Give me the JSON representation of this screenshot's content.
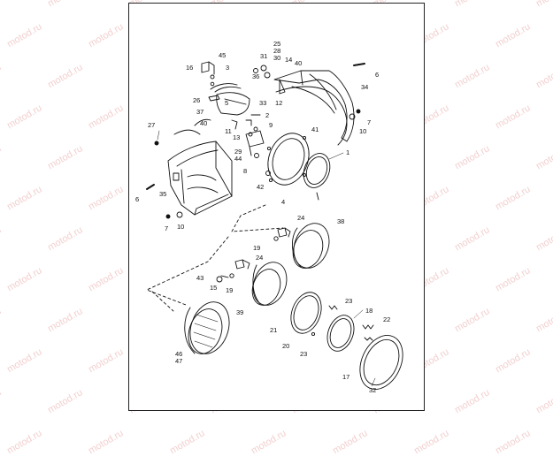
{
  "watermark": "motod.ru",
  "callouts": {
    "c1": "1",
    "c2": "2",
    "c3": "3",
    "c4": "4",
    "c5": "5",
    "c6a": "6",
    "c6b": "6",
    "c7a": "7",
    "c7b": "7",
    "c8": "8",
    "c9": "9",
    "c10a": "10",
    "c10b": "10",
    "c11": "11",
    "c12": "12",
    "c13": "13",
    "c14": "14",
    "c15": "15",
    "c16": "16",
    "c17": "17",
    "c18": "18",
    "c19a": "19",
    "c19b": "19",
    "c20": "20",
    "c21": "21",
    "c22": "22",
    "c23a": "23",
    "c23b": "23",
    "c24a": "24",
    "c24b": "24",
    "c25": "25",
    "c26": "26",
    "c27": "27",
    "c28": "28",
    "c29": "29",
    "c30": "30",
    "c31": "31",
    "c32": "32",
    "c33": "33",
    "c34": "34",
    "c35": "35",
    "c36": "36",
    "c37": "37",
    "c38": "38",
    "c39": "39",
    "c40a": "40",
    "c40b": "40",
    "c41": "41",
    "c42": "42",
    "c43": "43",
    "c44": "44",
    "c45": "45",
    "c46": "46",
    "c47": "47"
  },
  "colors": {
    "line": "#111111",
    "watermark": "#e9a8a8",
    "background": "#ffffff"
  }
}
